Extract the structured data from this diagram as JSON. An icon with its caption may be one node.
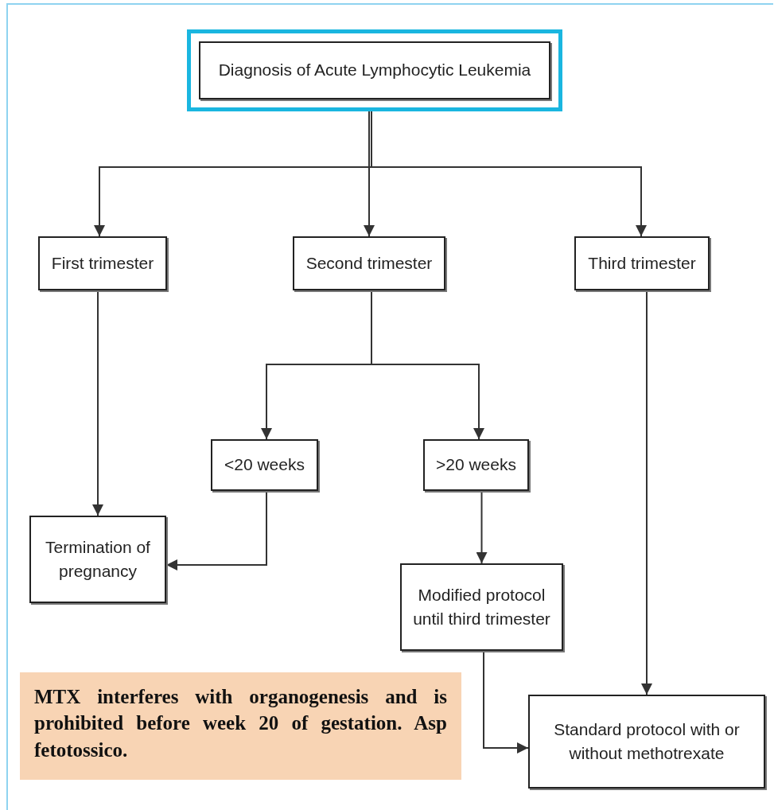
{
  "diagram": {
    "nodes": [
      {
        "text": [
          "Diagnosis of Acute Lymphocytic Leukemia"
        ]
      },
      {
        "text": [
          "First trimester"
        ]
      },
      {
        "text": [
          "Second trimester"
        ]
      },
      {
        "text": [
          "Third trimester"
        ]
      },
      {
        "text": [
          "<20 weeks"
        ]
      },
      {
        "text": [
          ">20 weeks"
        ]
      },
      {
        "text": [
          "Termination of pregnancy"
        ]
      },
      {
        "text": [
          "Modified protocol until third trimester"
        ]
      },
      {
        "text": [
          "Standard protocol with or without methotrexate"
        ]
      }
    ],
    "edges": [
      {
        "from": 0,
        "to": 1,
        "arrow": "to"
      },
      {
        "from": 0,
        "to": 2,
        "arrow": "to"
      },
      {
        "from": 0,
        "to": 3,
        "arrow": "to"
      },
      {
        "from": 2,
        "to": 4,
        "arrow": "to"
      },
      {
        "from": 2,
        "to": 5,
        "arrow": "to"
      },
      {
        "from": 1,
        "to": 6,
        "arrow": "to"
      },
      {
        "from": 4,
        "to": 6,
        "arrow": "to"
      },
      {
        "from": 5,
        "to": 7,
        "arrow": "to"
      },
      {
        "from": 7,
        "to": 8,
        "arrow": "to"
      },
      {
        "from": 3,
        "to": 8,
        "arrow": "to"
      }
    ],
    "labels": [
      "MTX interferes with organogenesis and is prohibited before week 20 of gestation. Asp fetotossico."
    ]
  }
}
